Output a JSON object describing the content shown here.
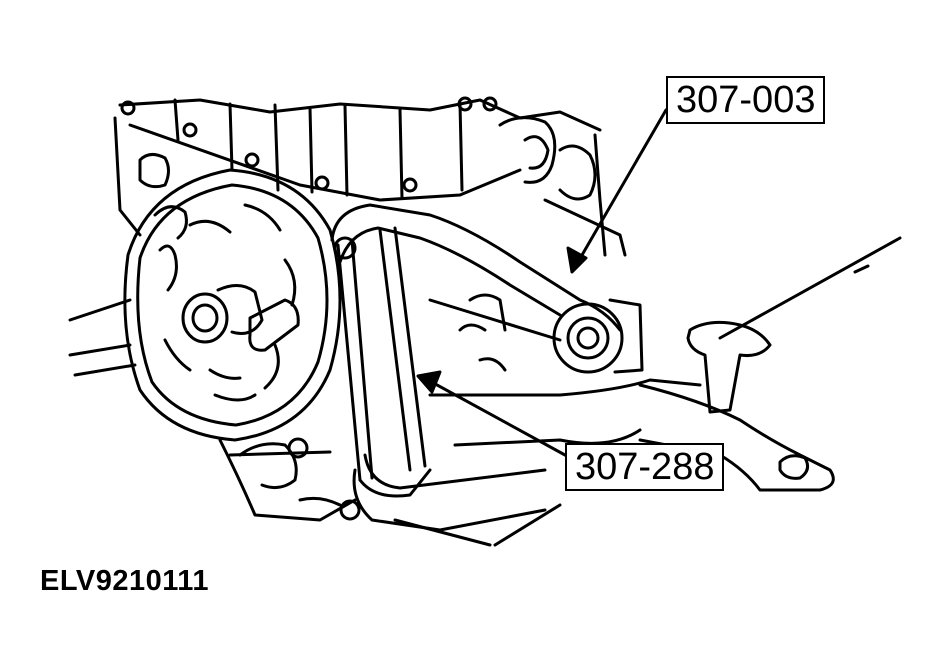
{
  "callouts": {
    "tool_1": "307-003",
    "tool_2": "307-288"
  },
  "figure_id": "ELV9210111",
  "colors": {
    "ink": "#000000",
    "paper": "#ffffff"
  }
}
